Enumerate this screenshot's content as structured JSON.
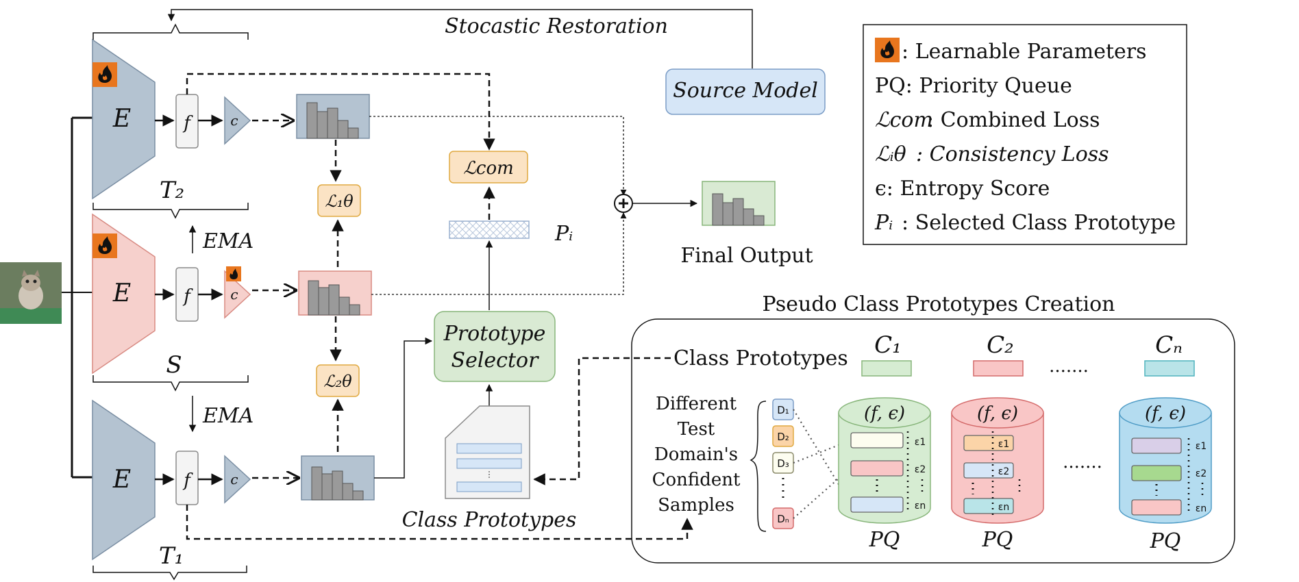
{
  "title": {
    "restoration": "Stocastic Restoration"
  },
  "source_model": "Source Model",
  "encoders": {
    "E": "E",
    "f": "f",
    "c": "c"
  },
  "branch_labels": {
    "t2": "T₂",
    "s": "S",
    "t1": "T₁"
  },
  "ema": {
    "up": "EMA",
    "down": "EMA"
  },
  "losses": {
    "l1": "ℒ₁θ",
    "l2": "ℒ₂θ",
    "com": "ℒcom"
  },
  "pi_label": "Pᵢ",
  "prototype_selector": {
    "line1": "Prototype",
    "line2": "Selector"
  },
  "class_prototypes_caption": "Class Prototypes",
  "final_output": "Final Output",
  "legend": {
    "learnable": ": Learnable Parameters",
    "pq": "PQ: Priority Queue",
    "lcom": ": Combined Loss",
    "lcom_sym": "ℒcom",
    "li": ": Consistency Loss",
    "li_sym": "ℒᵢθ",
    "eps": "ϵ: Entropy Score",
    "pi": ": Selected Class Prototype",
    "pi_sym": "Pᵢ"
  },
  "pseudo": {
    "title": "Pseudo Class Prototypes Creation",
    "class_prototypes": "Class Prototypes",
    "c1": "C₁",
    "c2": "C₂",
    "cn": "Cₙ",
    "dots": ".......",
    "domain_text": [
      "Different",
      "Test",
      "Domain's",
      "Confident",
      "Samples"
    ],
    "d_labels": [
      "D₁",
      "D₂",
      "D₃",
      "Dₙ"
    ],
    "cyl_label": "(f, ϵ)",
    "eps_labels": [
      "ε1",
      "ε2",
      "εn"
    ],
    "pq": "PQ"
  },
  "colors": {
    "teacher": "#b4c3d1",
    "student": "#f6d0cc",
    "loss": "#fbe3c4",
    "selector": "#d9ead3",
    "source": "#d6e6f7",
    "fire": "#e8761e",
    "c1": "#d6ecd2",
    "c2": "#f9c6c6",
    "cn": "#b9e4e8"
  }
}
